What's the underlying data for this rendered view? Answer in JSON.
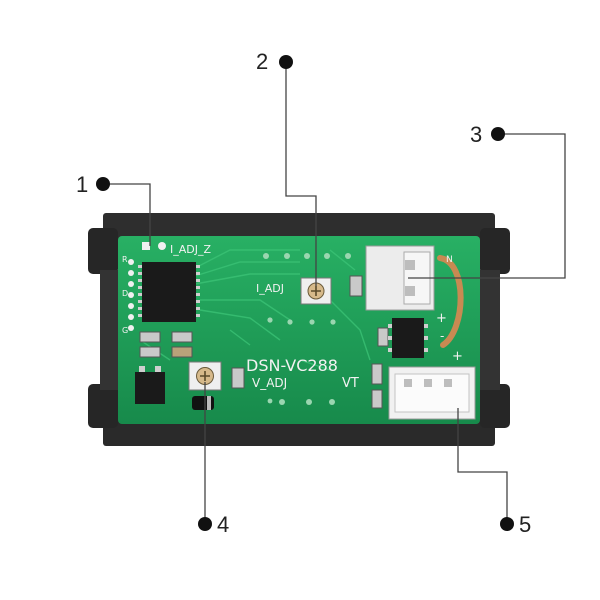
{
  "board": {
    "model": "DSN-VC288",
    "labels": {
      "current_adjust_zero": "I_ADJ_Z",
      "current_adjust": "I_ADJ",
      "voltage_adjust": "V_ADJ",
      "vt": "VT",
      "side_pins": [
        "R",
        "D",
        "G"
      ],
      "plus_upper": "+",
      "plus_lower": "+",
      "minus_label": "-",
      "connector_marking": "N"
    }
  },
  "callouts": [
    {
      "number": "1"
    },
    {
      "number": "2"
    },
    {
      "number": "3"
    },
    {
      "number": "4"
    },
    {
      "number": "5"
    }
  ],
  "colors": {
    "pcb": "#1fa05a",
    "housing": "#2b2b2b",
    "leader": "#444444",
    "dot": "#111111",
    "connector": "#e8e8e8"
  }
}
